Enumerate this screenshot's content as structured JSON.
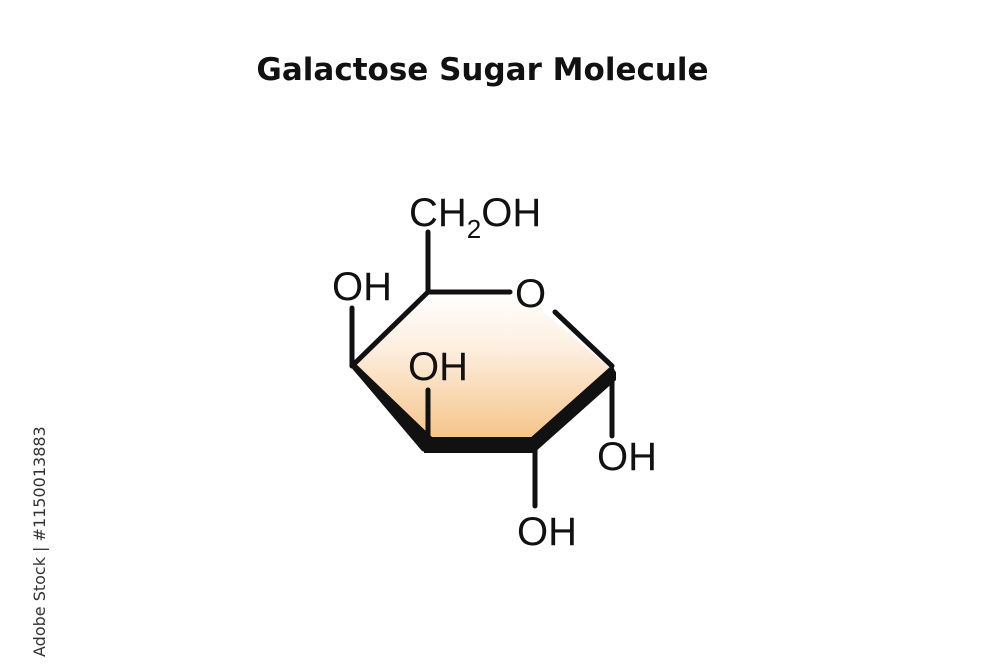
{
  "title": "Galactose Sugar Molecule",
  "labels": {
    "ch2oh_prefix": "CH",
    "ch2oh_sub": "2",
    "ch2oh_suffix": "OH",
    "ring_oxygen": "O",
    "oh_c4": "OH",
    "oh_c3": "OH",
    "oh_c1": "OH",
    "oh_c2": "OH"
  },
  "watermark": {
    "side_text": "Adobe Stock | #1150013883"
  },
  "colors": {
    "ring_fill": "#f5c183",
    "bond": "#111111",
    "title": "#111111"
  }
}
